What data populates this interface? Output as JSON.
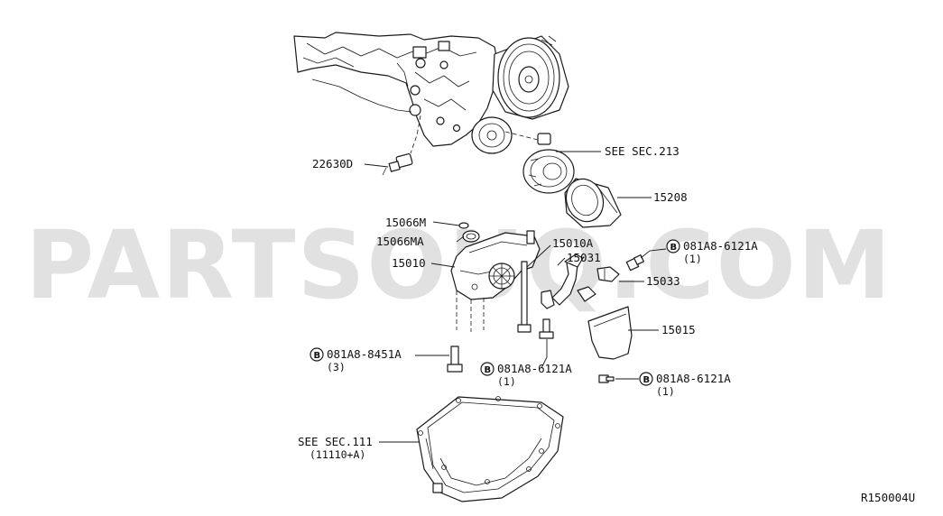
{
  "watermark": "PARTSOUQ.COM",
  "diagram_code": "R150004U",
  "labels": {
    "oil_pressure_switch": "22630D",
    "see_sec_213": "SEE SEC.213",
    "oil_filter": "15208",
    "washer_m": "15066M",
    "washer_ma": "15066MA",
    "oil_pump": "15010",
    "pump_pin": "15010A",
    "oil_strainer": "15031",
    "bracket": "15033",
    "baffle": "15015",
    "bolt_top_right": "081A8-6121A",
    "bolt_top_right_qty": "(1)",
    "bolt_pump": "081A8-8451A",
    "bolt_pump_qty": "(3)",
    "bolt_center": "081A8-6121A",
    "bolt_center_qty": "(1)",
    "bolt_baffle": "081A8-6121A",
    "bolt_baffle_qty": "(1)",
    "see_sec_111": "SEE SEC.111",
    "see_sec_111_ref": "(11110+A)",
    "bolt_marker": "B"
  }
}
